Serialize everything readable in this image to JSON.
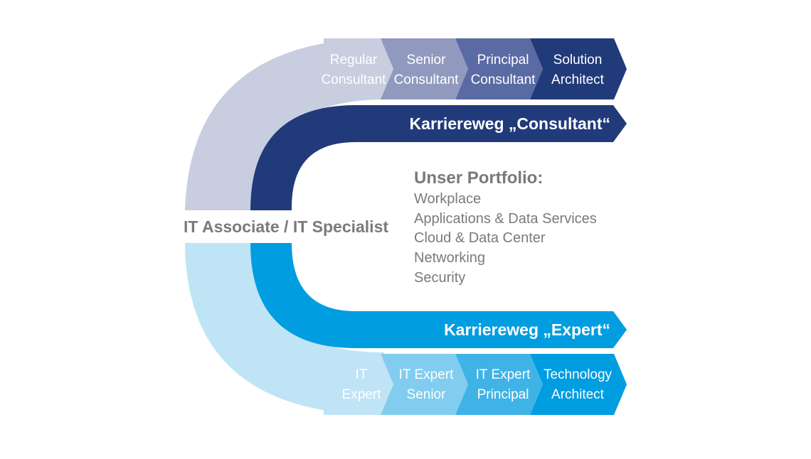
{
  "diagram": {
    "start_role": "IT Associate / IT Specialist",
    "consultant_path": {
      "title": "Karriereweg „Consultant“",
      "steps": [
        {
          "lines": [
            "Regular",
            "Consultant"
          ]
        },
        {
          "lines": [
            "Senior",
            "Consultant"
          ]
        },
        {
          "lines": [
            "Principal",
            "Consultant"
          ]
        },
        {
          "lines": [
            "Solution",
            "Architect"
          ]
        }
      ]
    },
    "expert_path": {
      "title": "Karriereweg „Expert“",
      "steps": [
        {
          "lines": [
            "IT",
            "Expert"
          ]
        },
        {
          "lines": [
            "IT Expert",
            "Senior"
          ]
        },
        {
          "lines": [
            "IT Expert",
            "Principal"
          ]
        },
        {
          "lines": [
            "Technology",
            "Architect"
          ]
        }
      ]
    },
    "portfolio": {
      "title": "Unser Portfolio:",
      "items": [
        "Workplace",
        "Applications & Data Services",
        "Cloud & Data Center",
        "Networking",
        "Security"
      ]
    }
  },
  "colors": {
    "consultant_arc_light": "#c8cde0",
    "consultant_step_2": "#9199be",
    "consultant_step_3": "#5a6aa3",
    "consultant_dark": "#213a7a",
    "expert_arc_light": "#bfe4f5",
    "expert_step_2": "#82cdef",
    "expert_step_3": "#40b3e6",
    "expert_dark": "#009de0",
    "text_gray": "#7a7a7a"
  }
}
